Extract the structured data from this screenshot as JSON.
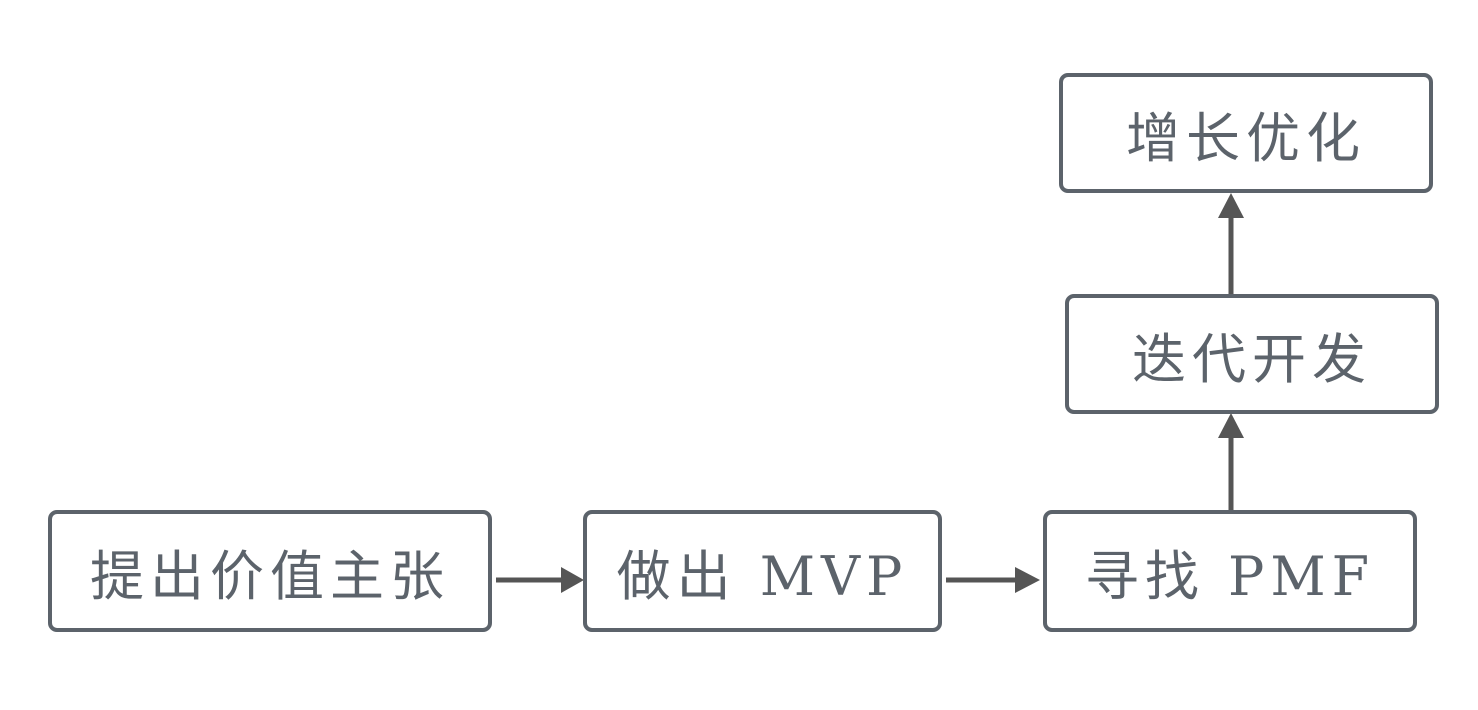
{
  "diagram": {
    "nodes": [
      {
        "id": "n1",
        "label": "提出价值主张"
      },
      {
        "id": "n2",
        "label": "做出 MVP"
      },
      {
        "id": "n3",
        "label": "寻找 PMF"
      },
      {
        "id": "n4",
        "label": "迭代开发"
      },
      {
        "id": "n5",
        "label": "增长优化"
      }
    ],
    "edges": [
      {
        "from": "n1",
        "to": "n2"
      },
      {
        "from": "n2",
        "to": "n3"
      },
      {
        "from": "n3",
        "to": "n4"
      },
      {
        "from": "n4",
        "to": "n5"
      }
    ],
    "colors": {
      "border": "#5c636b",
      "text": "#5c636b",
      "arrow": "#555555"
    }
  }
}
